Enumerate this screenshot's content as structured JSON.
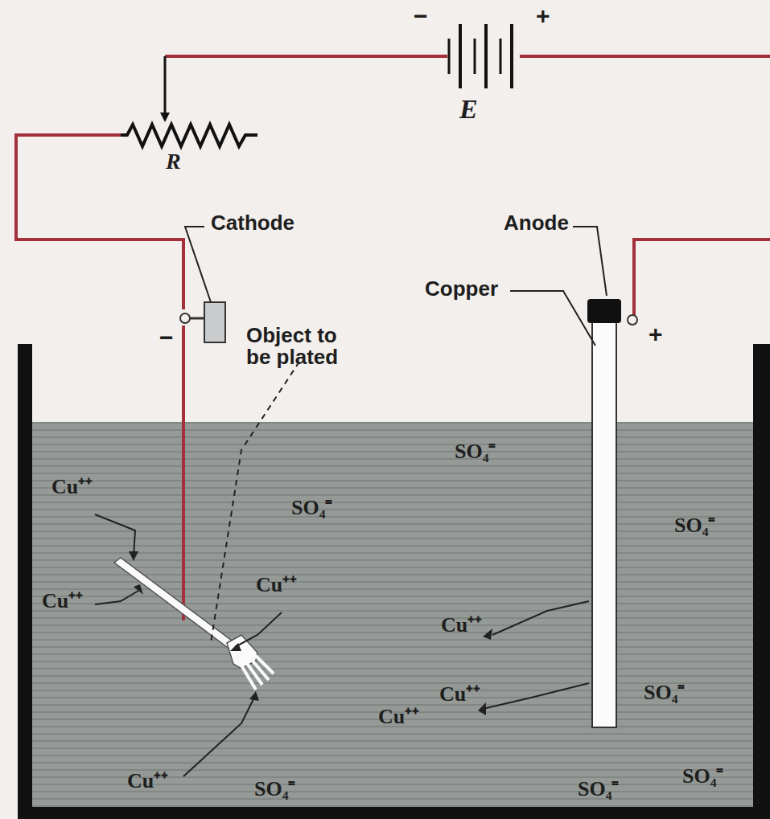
{
  "diagram": {
    "labels": [
      "−",
      "+",
      "E",
      "R",
      "Cathode",
      "Anode",
      "Copper",
      "−",
      "Object to be plated",
      "+",
      "SO₄⁼",
      "Cu⁺⁺",
      "SO₄⁼",
      "SO₄⁼",
      "Cu⁺⁺",
      "Cu⁺⁺",
      "Cu⁺⁺",
      "Cu⁺⁺",
      "SO₄⁼",
      "Cu⁺⁺",
      "Cu⁺⁺",
      "SO₄⁼",
      "SO₄⁼",
      "SO₄⁼"
    ]
  }
}
